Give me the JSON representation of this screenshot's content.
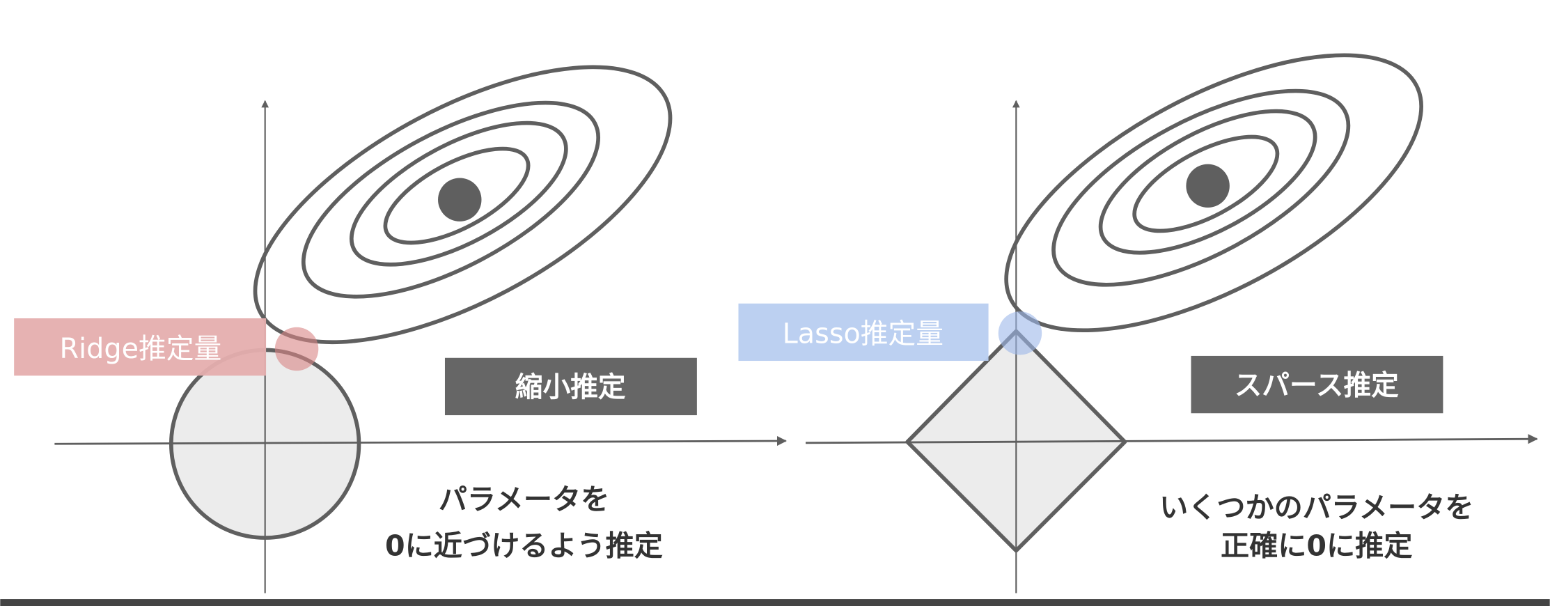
{
  "colors": {
    "line": "#5f5f5f",
    "region_fill": "#ececec",
    "ridge_label_bg": "#e5aeae",
    "ridge_point": "#d98585",
    "lasso_label_bg": "#b8cdf0",
    "lasso_point": "#9db8ea",
    "tag_bg": "#666666",
    "caption_text": "#333333",
    "bottom_bar": "#444444"
  },
  "ridge_panel": {
    "estimator_label": "Ridge推定量",
    "tag": "縮小推定",
    "caption": [
      "パラメータを",
      "0に近づけるよう推定"
    ],
    "constraint_shape": "circle"
  },
  "lasso_panel": {
    "estimator_label": "Lasso推定量",
    "tag": "スパース推定",
    "caption": [
      "いくつかのパラメータを",
      "正確に0に推定"
    ],
    "constraint_shape": "diamond"
  }
}
